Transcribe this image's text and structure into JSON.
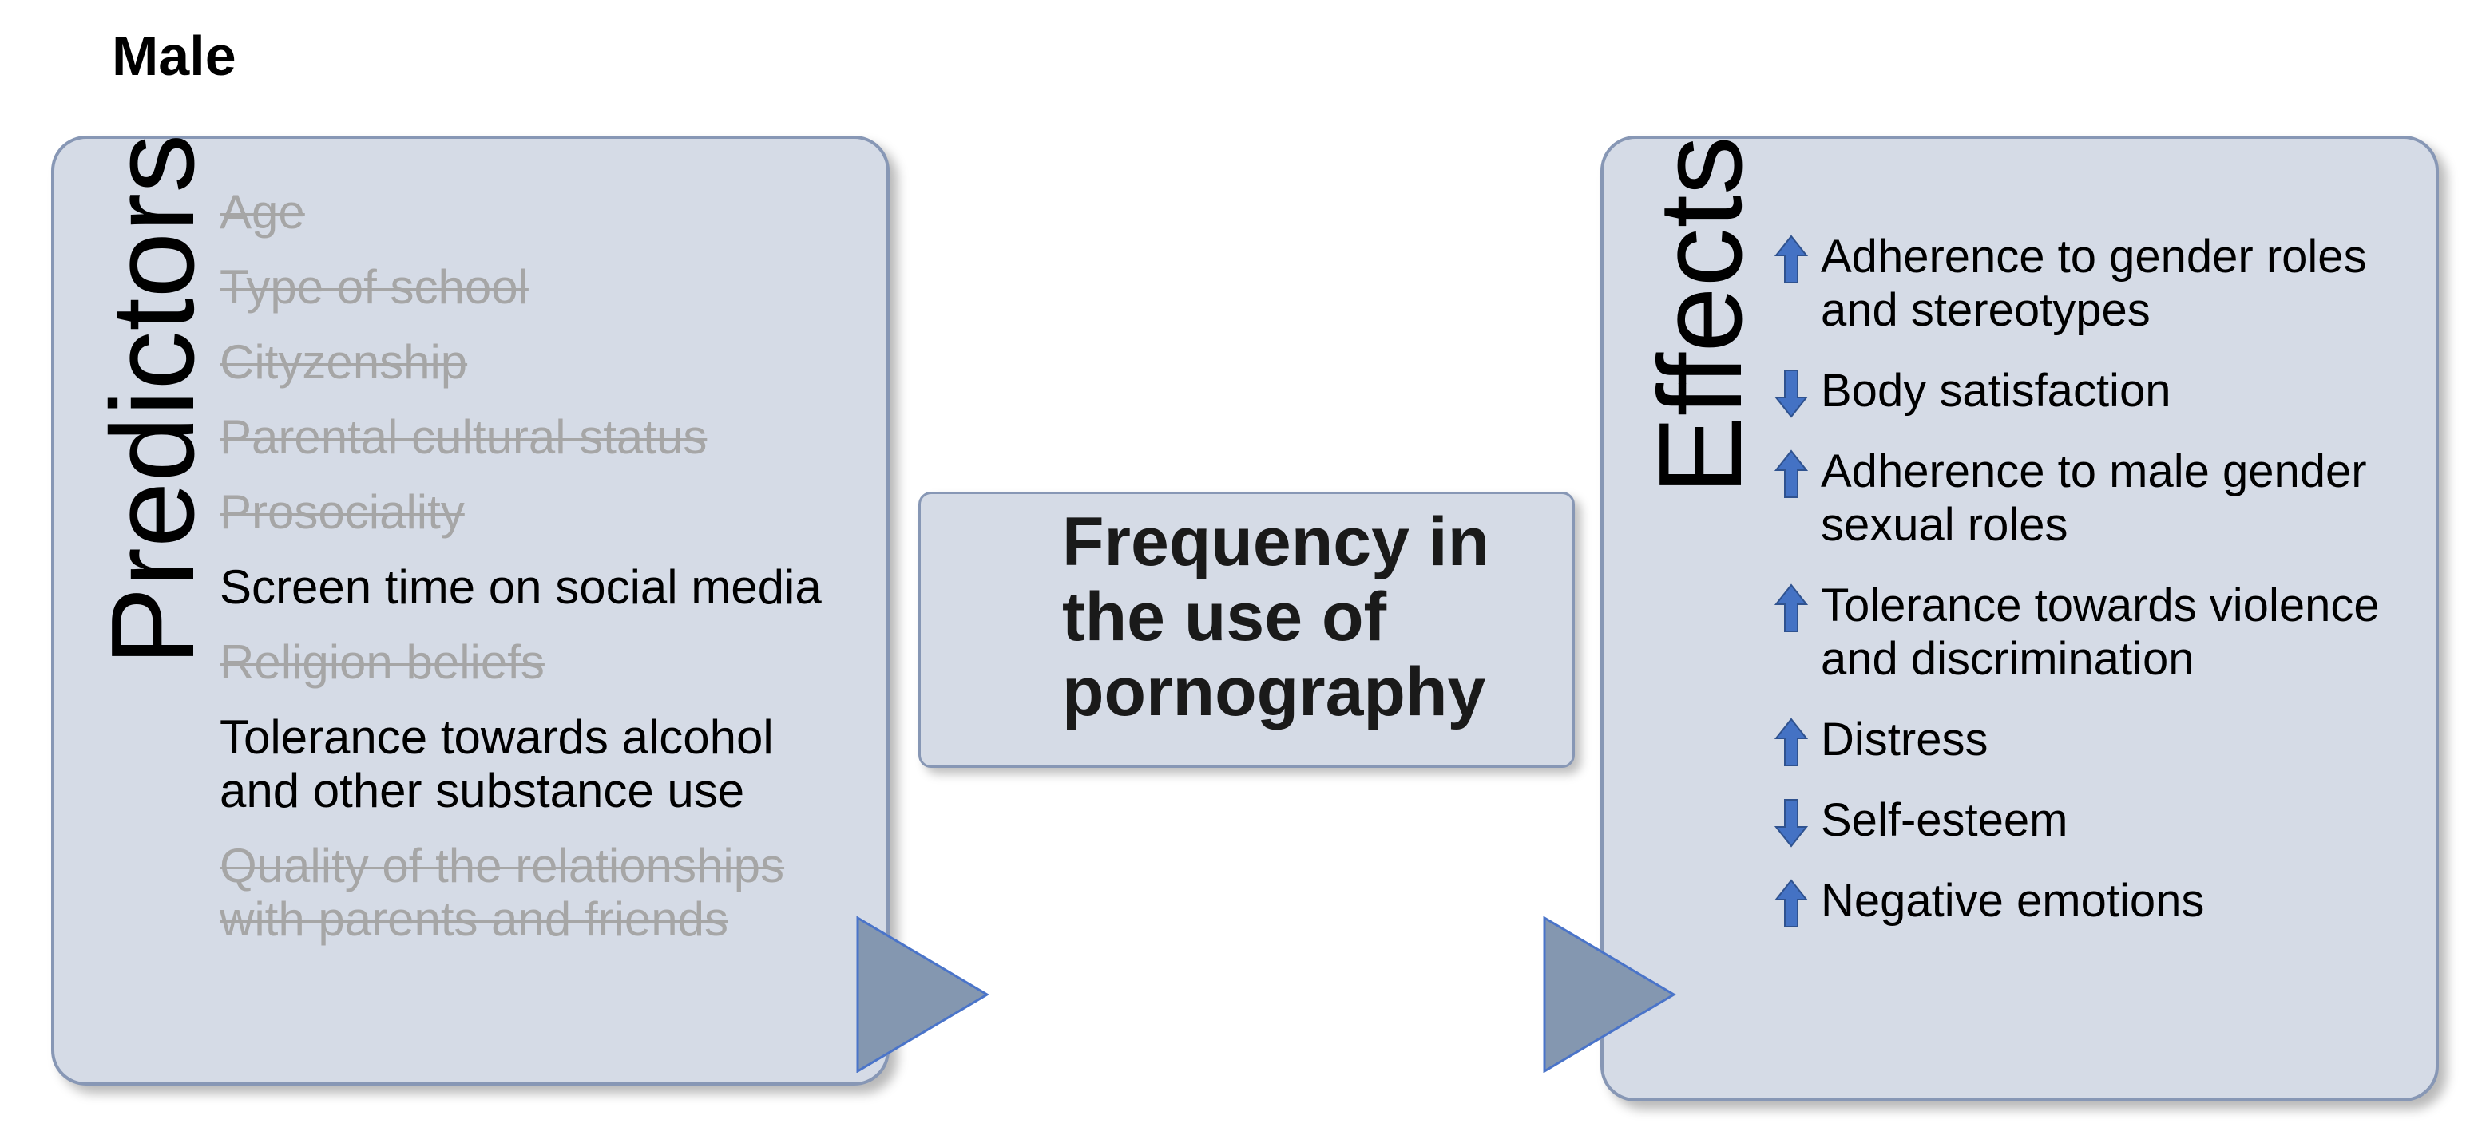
{
  "title": "Male",
  "predictors": {
    "heading": "Predictors",
    "items": [
      {
        "label": "Age",
        "struck": true
      },
      {
        "label": "Type of school",
        "struck": true
      },
      {
        "label": "Cityzenship",
        "struck": true
      },
      {
        "label": "Parental cultural status",
        "struck": true
      },
      {
        "label": "Prosociality",
        "struck": true
      },
      {
        "label": "Screen time on social media",
        "struck": false
      },
      {
        "label": "Religion beliefs",
        "struck": true
      },
      {
        "label": "Tolerance towards alcohol and other substance use",
        "struck": false
      },
      {
        "label": "Quality of the relationships with parents and friends",
        "struck": true
      }
    ]
  },
  "center": {
    "label": "Frequency in the use of pornography"
  },
  "effects": {
    "heading": "Effects",
    "items": [
      {
        "label": "Adherence to gender roles  and stereotypes",
        "direction": "up"
      },
      {
        "label": "Body satisfaction",
        "direction": "down"
      },
      {
        "label": "Adherence to male gender sexual roles",
        "direction": "up"
      },
      {
        "label": "Tolerance towards violence and discrimination",
        "direction": "up"
      },
      {
        "label": "Distress",
        "direction": "up"
      },
      {
        "label": "Self-esteem",
        "direction": "down"
      },
      {
        "label": "Negative emotions",
        "direction": "up"
      }
    ]
  },
  "colors": {
    "panel_fill": "#d5dbe6",
    "panel_border": "#8797b5",
    "struck_text": "#a6a6a6",
    "arrow_fill": "#4472c4",
    "triangle_fill": "#8497b0"
  }
}
